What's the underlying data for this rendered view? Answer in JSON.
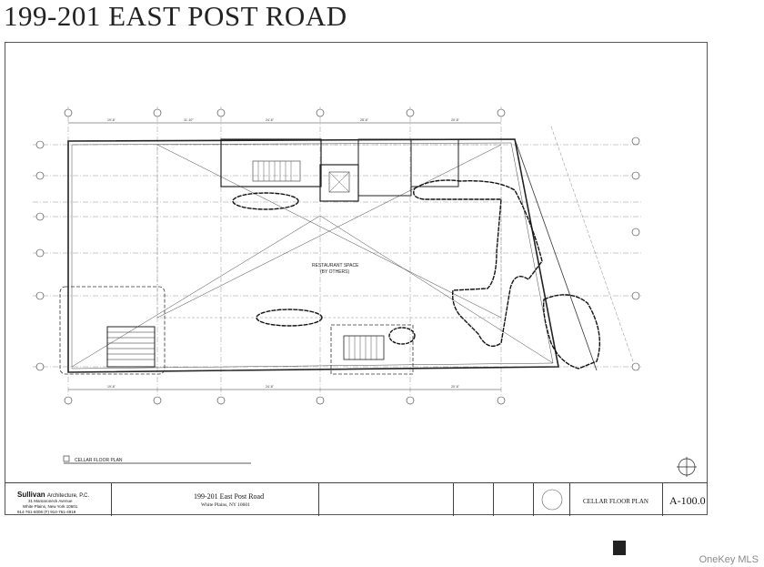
{
  "header": {
    "title": "199-201 EAST POST ROAD"
  },
  "plan": {
    "room_label_1": "RESTAURANT SPACE",
    "room_label_2": "(BY OTHERS)",
    "caption": "CELLAR FLOOR PLAN",
    "dim_labels": [
      "19'-6\"",
      "11'-10\"",
      "24'-6\"",
      "28'-6\"",
      "20'-6\""
    ]
  },
  "title_block": {
    "firm_name": "Sullivan",
    "firm_suffix": "Architecture, P.C.",
    "address_1": "31 Mamaroneck Avenue",
    "address_2": "White Plains, New York 10601",
    "phone": "914-761-6006 (F) 914-761-4919",
    "project_title": "199-201 East Post Road",
    "project_location": "White Plains, NY 10601",
    "drawing_title": "CELLAR FLOOR PLAN",
    "drawing_number": "A-100.0"
  },
  "watermark": "OneKey MLS"
}
